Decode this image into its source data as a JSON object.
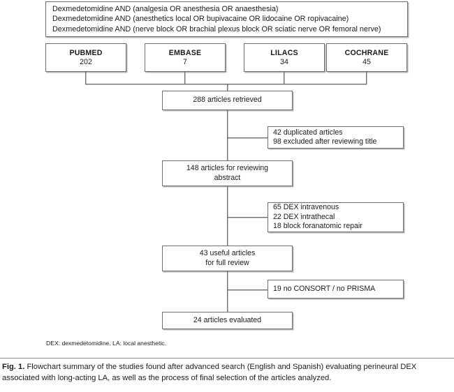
{
  "figure": {
    "search_criteria": {
      "lines": [
        "Dexmedetomidine AND (analgesia OR anesthesia OR anaesthesia)",
        "Dexmedetomidine AND (anesthetics local OR bupivacaine OR lidocaine OR ropivacaine)",
        "Dexmedetomidine AND (nerve block OR brachial plexus block OR sciatic nerve OR femoral nerve)"
      ]
    },
    "databases": [
      {
        "name": "PUBMED",
        "count": "202"
      },
      {
        "name": "EMBASE",
        "count": "7"
      },
      {
        "name": "LILACS",
        "count": "34"
      },
      {
        "name": "COCHRANE",
        "count": "45"
      }
    ],
    "stages": [
      {
        "lines": [
          "288 articles retrieved"
        ]
      },
      {
        "lines": [
          "148 articles for reviewing",
          "abstract"
        ]
      },
      {
        "lines": [
          "43 useful articles",
          "for full review"
        ]
      },
      {
        "lines": [
          "24 articles evaluated"
        ]
      }
    ],
    "exclusions": [
      {
        "lines": [
          "42 duplicated articles",
          "98 excluded after reviewing title"
        ]
      },
      {
        "lines": [
          "65 DEX intravenous",
          "22 DEX intrathecal",
          "18 block foranatomic repair"
        ]
      },
      {
        "lines": [
          "19 no CONSORT / no PRISMA"
        ]
      }
    ],
    "footnote": "DEX: dexmedetomidine. LA: local anesthetic.",
    "caption": {
      "label": "Fig. 1.",
      "text": "Flowchart summary of the studies found after advanced search (English and Spanish) evaluating perineural DEX associated with long-acting LA, as well as the process of final selection of the articles analyzed."
    }
  },
  "colors": {
    "border": "#6e6e6e",
    "background": "#ffffff",
    "text": "#1a1a1a"
  }
}
